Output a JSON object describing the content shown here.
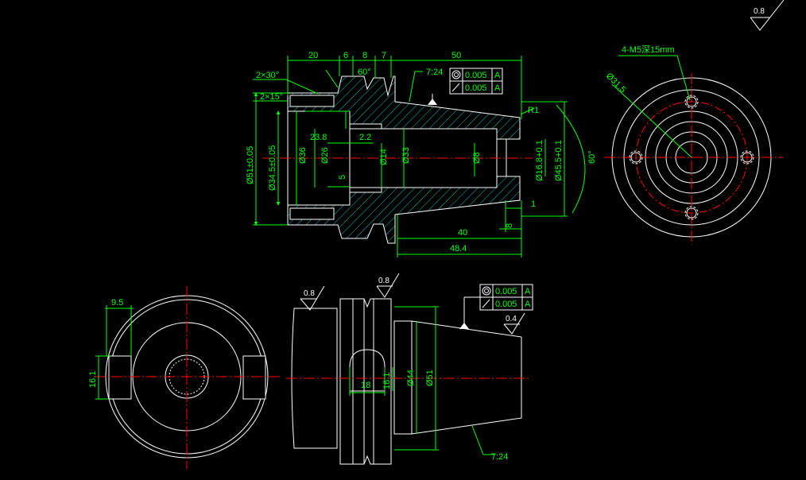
{
  "colors": {
    "background": "#000000",
    "outline": "#ffffff",
    "dimension": "#00ff00",
    "centerline": "#ff0000",
    "hatch": "#00c0c0"
  },
  "roughness": {
    "top_right": "0.8",
    "bottom_left": "0.8",
    "bottom_mid": "0.8",
    "taper": "0.4"
  },
  "section_view": {
    "top_dims": [
      "20",
      "6",
      "8",
      "7",
      "50"
    ],
    "chamfer_1": "2×30°",
    "chamfer_2": "2×15°",
    "angle_label": "60°",
    "r_label": "R1",
    "taper_label": "7:24",
    "tolerance_rows": [
      {
        "symbol": "circularity",
        "value": "0.005",
        "datum": "A"
      },
      {
        "symbol": "runout",
        "value": "0.005",
        "datum": "A"
      }
    ],
    "diameters": [
      "Ø51±0.05",
      "Ø34.5±0.05",
      "Ø36",
      "Ø26",
      "Ø14",
      "Ø33",
      "Ø8",
      "Ø16.8+0.1",
      "Ø45.5+0.1"
    ],
    "inner_dims": [
      "23.8",
      "2.2",
      "5"
    ],
    "bottom_dims": [
      "40",
      "48.4",
      "8",
      "1"
    ],
    "angle_side": "60°"
  },
  "end_view": {
    "thread_note": "4-M5深15mm",
    "pcd": "Ø31.5"
  },
  "left_view": {
    "width_dim": "9.5",
    "height_dim": "16.1"
  },
  "front_view": {
    "dims": [
      "18",
      "16.1",
      "Ø44",
      "Ø51"
    ],
    "taper_label": "7:24",
    "tolerance_rows": [
      {
        "symbol": "circularity",
        "value": "0.005",
        "datum": "A"
      },
      {
        "symbol": "runout",
        "value": "0.005",
        "datum": "A"
      }
    ]
  }
}
